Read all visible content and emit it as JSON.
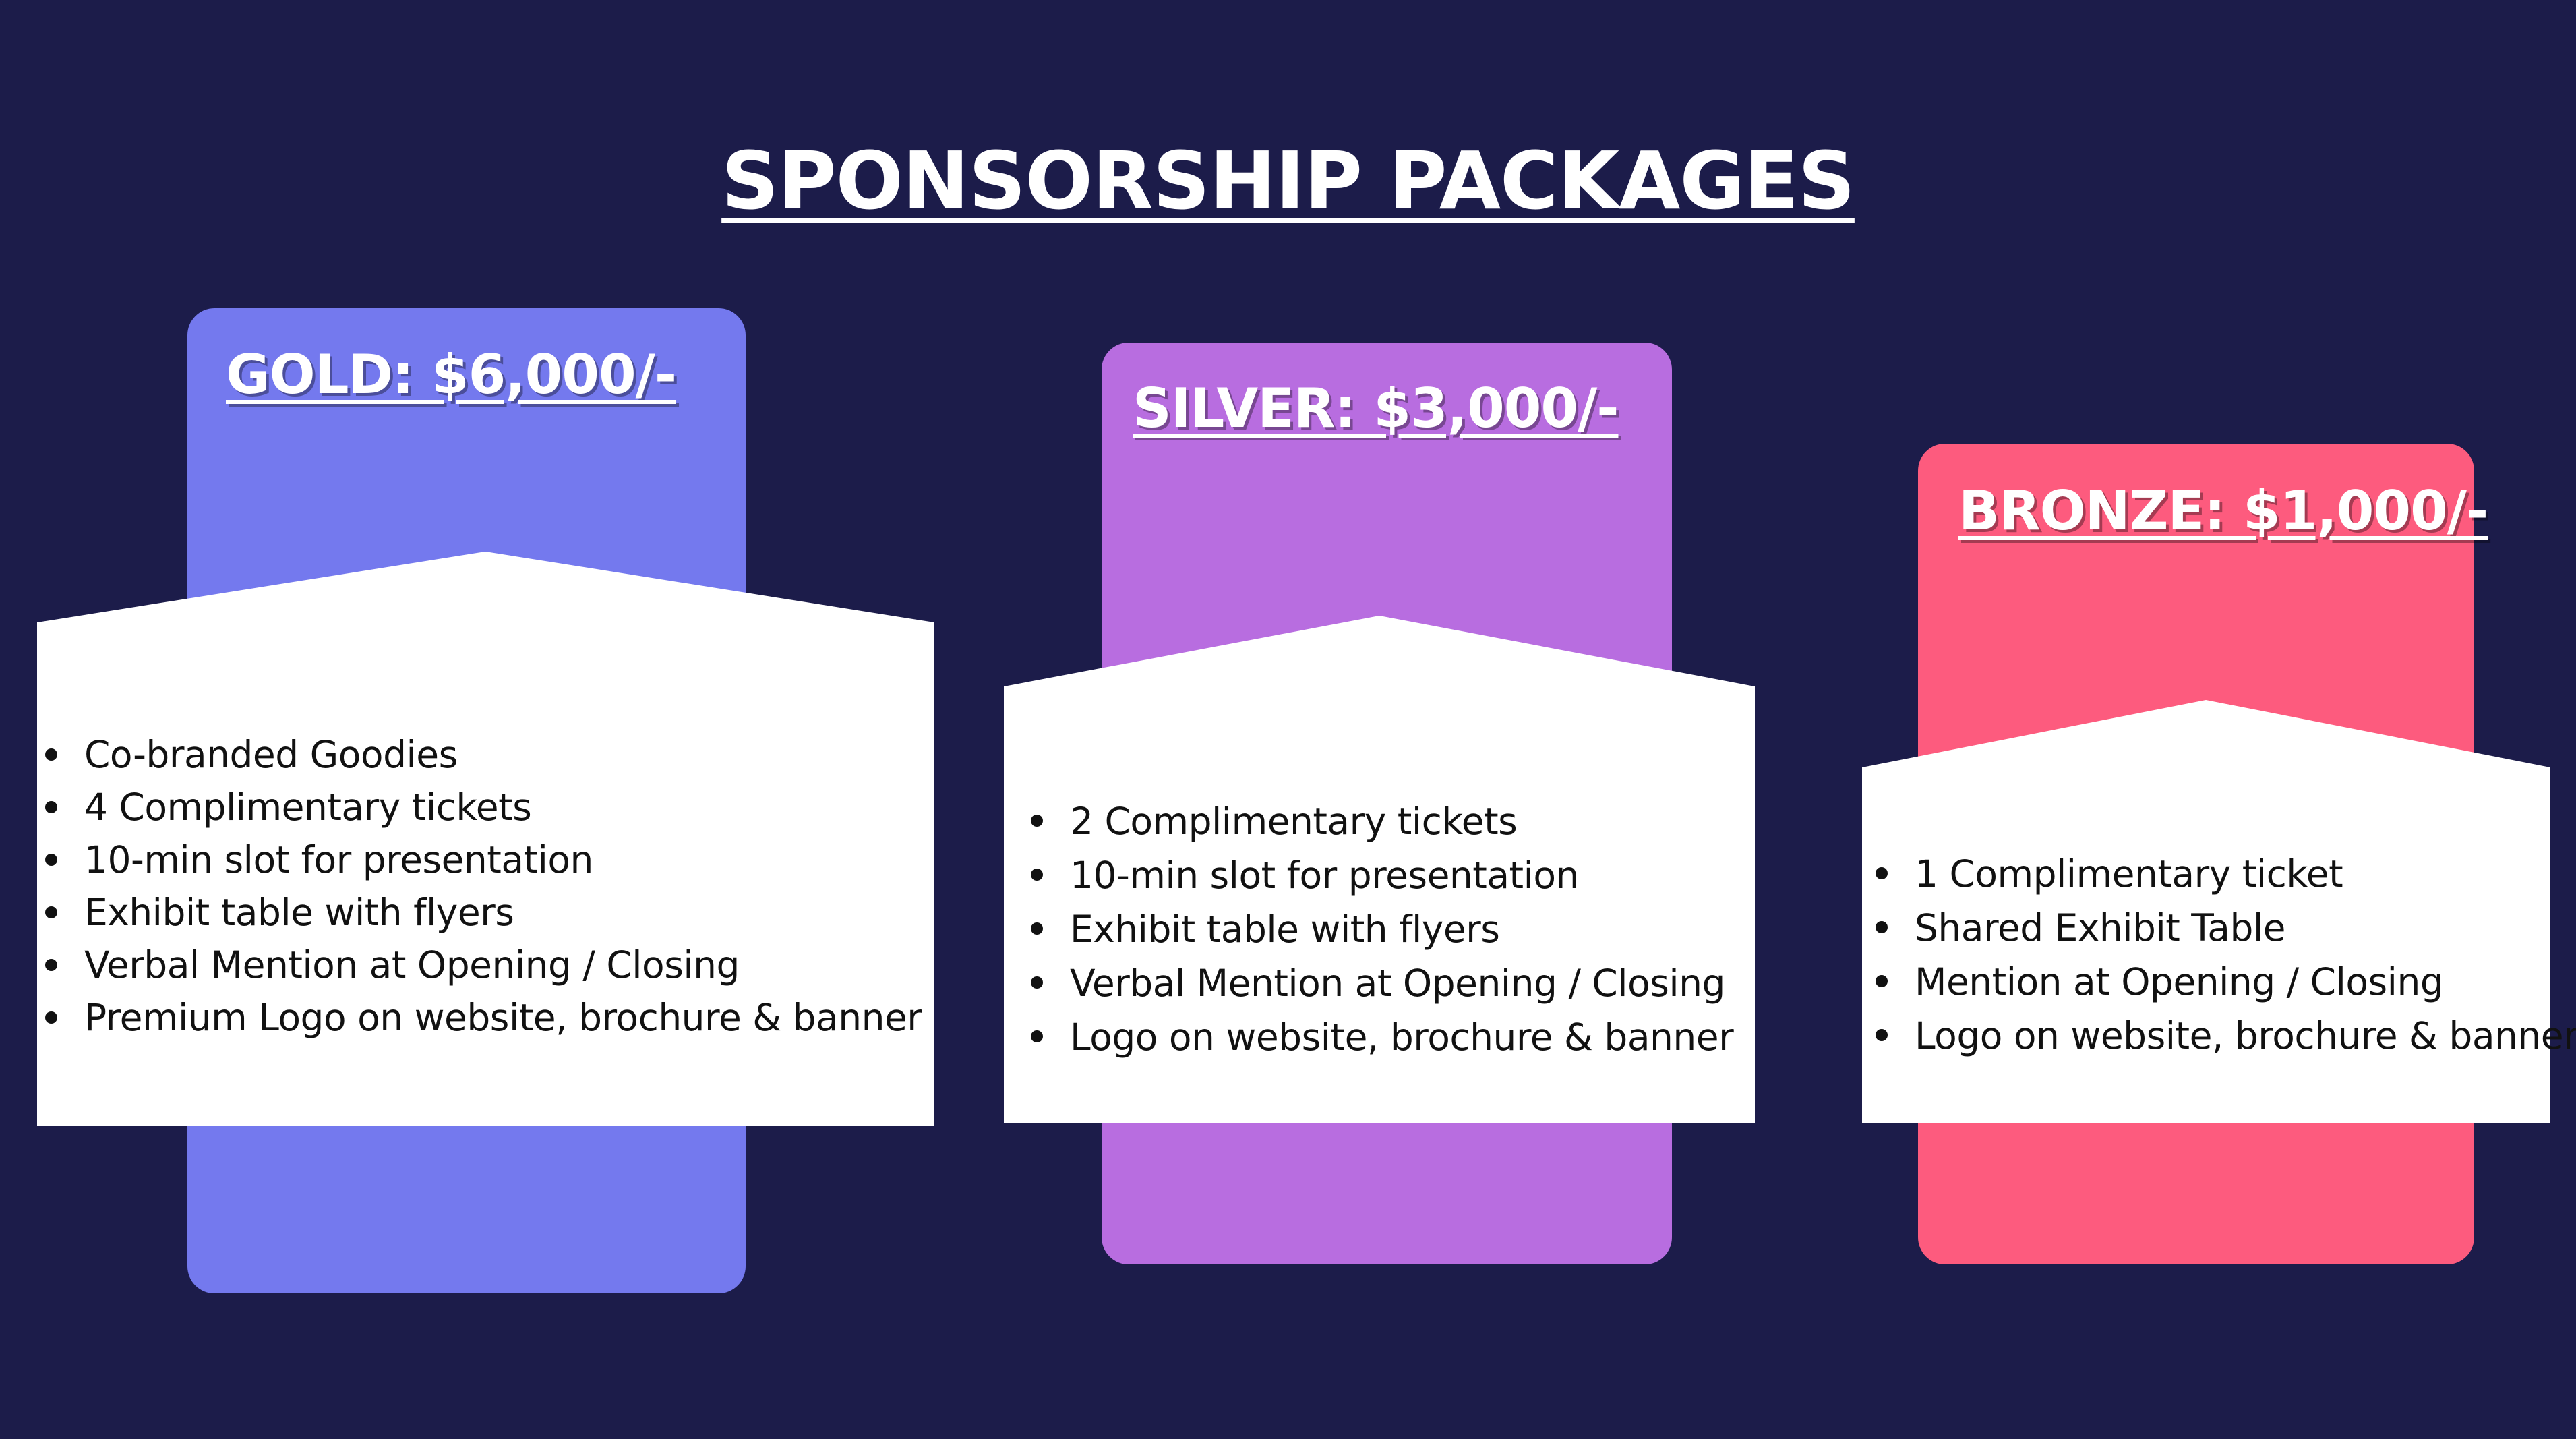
{
  "title": "SPONSORSHIP PACKAGES",
  "colors": {
    "background": "#1c1c4a",
    "gold": "#7479ee",
    "silver": "#b86de0",
    "bronze": "#fd5b7e",
    "panel": "#ffffff"
  },
  "packages": [
    {
      "name": "gold",
      "title": "GOLD: $6,000/-",
      "features": [
        "Co-branded Goodies",
        "4 Complimentary tickets",
        "10-min slot for presentation",
        "Exhibit table with flyers",
        "Verbal Mention at Opening / Closing",
        "Premium Logo on website, brochure & banner"
      ]
    },
    {
      "name": "silver",
      "title": "SILVER: $3,000/-",
      "features": [
        "2 Complimentary tickets",
        "10-min slot for presentation",
        "Exhibit table with flyers",
        "Verbal Mention at Opening / Closing",
        "Logo on website, brochure & banner"
      ]
    },
    {
      "name": "bronze",
      "title": "BRONZE: $1,000/-",
      "features": [
        "1 Complimentary ticket",
        "Shared Exhibit Table",
        "Mention at Opening / Closing",
        "Logo on website, brochure & banner"
      ]
    }
  ]
}
